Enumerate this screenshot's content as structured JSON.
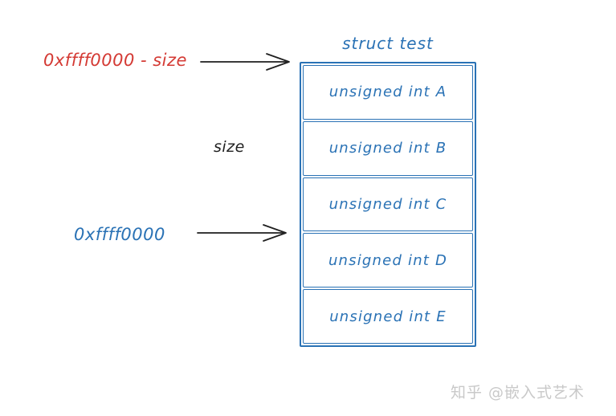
{
  "colors": {
    "struct_blue": "#2a72b5",
    "annotation_red": "#d43a34",
    "arrow_ink": "#1f1f1f",
    "watermark_gray": "#c9c9c9"
  },
  "annotations": {
    "top_address_label": "0xffff0000 - size",
    "size_label": "size",
    "base_address_label": "0xffff0000"
  },
  "struct": {
    "title": "struct test",
    "fields": [
      {
        "label": "unsigned int A"
      },
      {
        "label": "unsigned int B"
      },
      {
        "label": "unsigned int C"
      },
      {
        "label": "unsigned int D"
      },
      {
        "label": "unsigned int E"
      }
    ]
  },
  "icons": {
    "arrow_top": "right-arrow-icon",
    "arrow_base": "right-arrow-icon"
  },
  "watermark": {
    "text": "知乎 @嵌入式艺术"
  }
}
